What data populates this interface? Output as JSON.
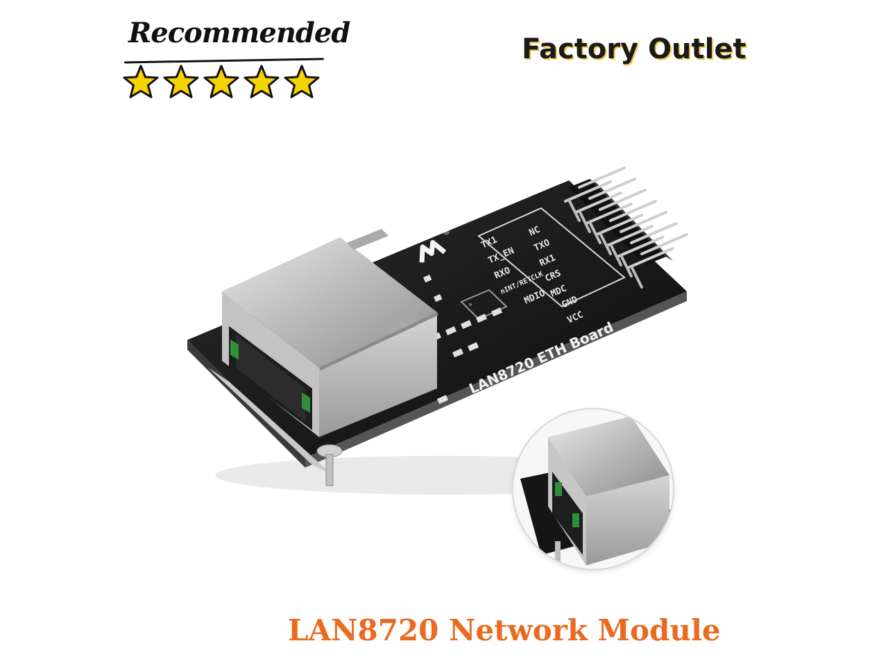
{
  "badge": {
    "text": "Recommended",
    "stars": 5,
    "star_color": "#f5d400"
  },
  "outlet": {
    "text": "Factory Outlet"
  },
  "board": {
    "label": "LAN8720 ETH Board",
    "pins_left": [
      "TX1",
      "TX_EN",
      "RXO",
      "nINT/RETCLK",
      "MDIO"
    ],
    "pins_right": [
      "NC",
      "TXO",
      "RX1",
      "CRS",
      "MDC",
      "GND",
      "VCC"
    ],
    "logo_mark": "®"
  },
  "caption": {
    "text": "LAN8720 Network Module",
    "color": "#ea6a1f"
  }
}
